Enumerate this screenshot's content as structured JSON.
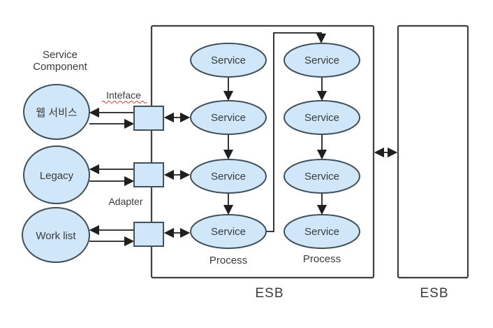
{
  "left_panel": {
    "heading": {
      "line1": "Service",
      "line2": "Component"
    },
    "components": [
      {
        "label": "웹 서비스"
      },
      {
        "label": "Legacy"
      },
      {
        "label": "Work list"
      }
    ]
  },
  "connectors": {
    "interface_label": "Inteface",
    "adapter_label": "Adapter"
  },
  "esb_main": {
    "label": "ESB",
    "processes": [
      {
        "label": "Process",
        "services": [
          "Service",
          "Service",
          "Service",
          "Service"
        ]
      },
      {
        "label": "Process",
        "services": [
          "Service",
          "Service",
          "Service",
          "Service"
        ]
      }
    ]
  },
  "esb_right": {
    "label": "ESB"
  },
  "colors": {
    "background": "#ffffff",
    "node_fill": "#cfe7f8",
    "node_stroke": "#41505a",
    "box_stroke": "#3f3f3f",
    "arrow": "#1f1f1f",
    "text": "#3b3b3b",
    "spellcheck_underline": "#e03a3a"
  }
}
